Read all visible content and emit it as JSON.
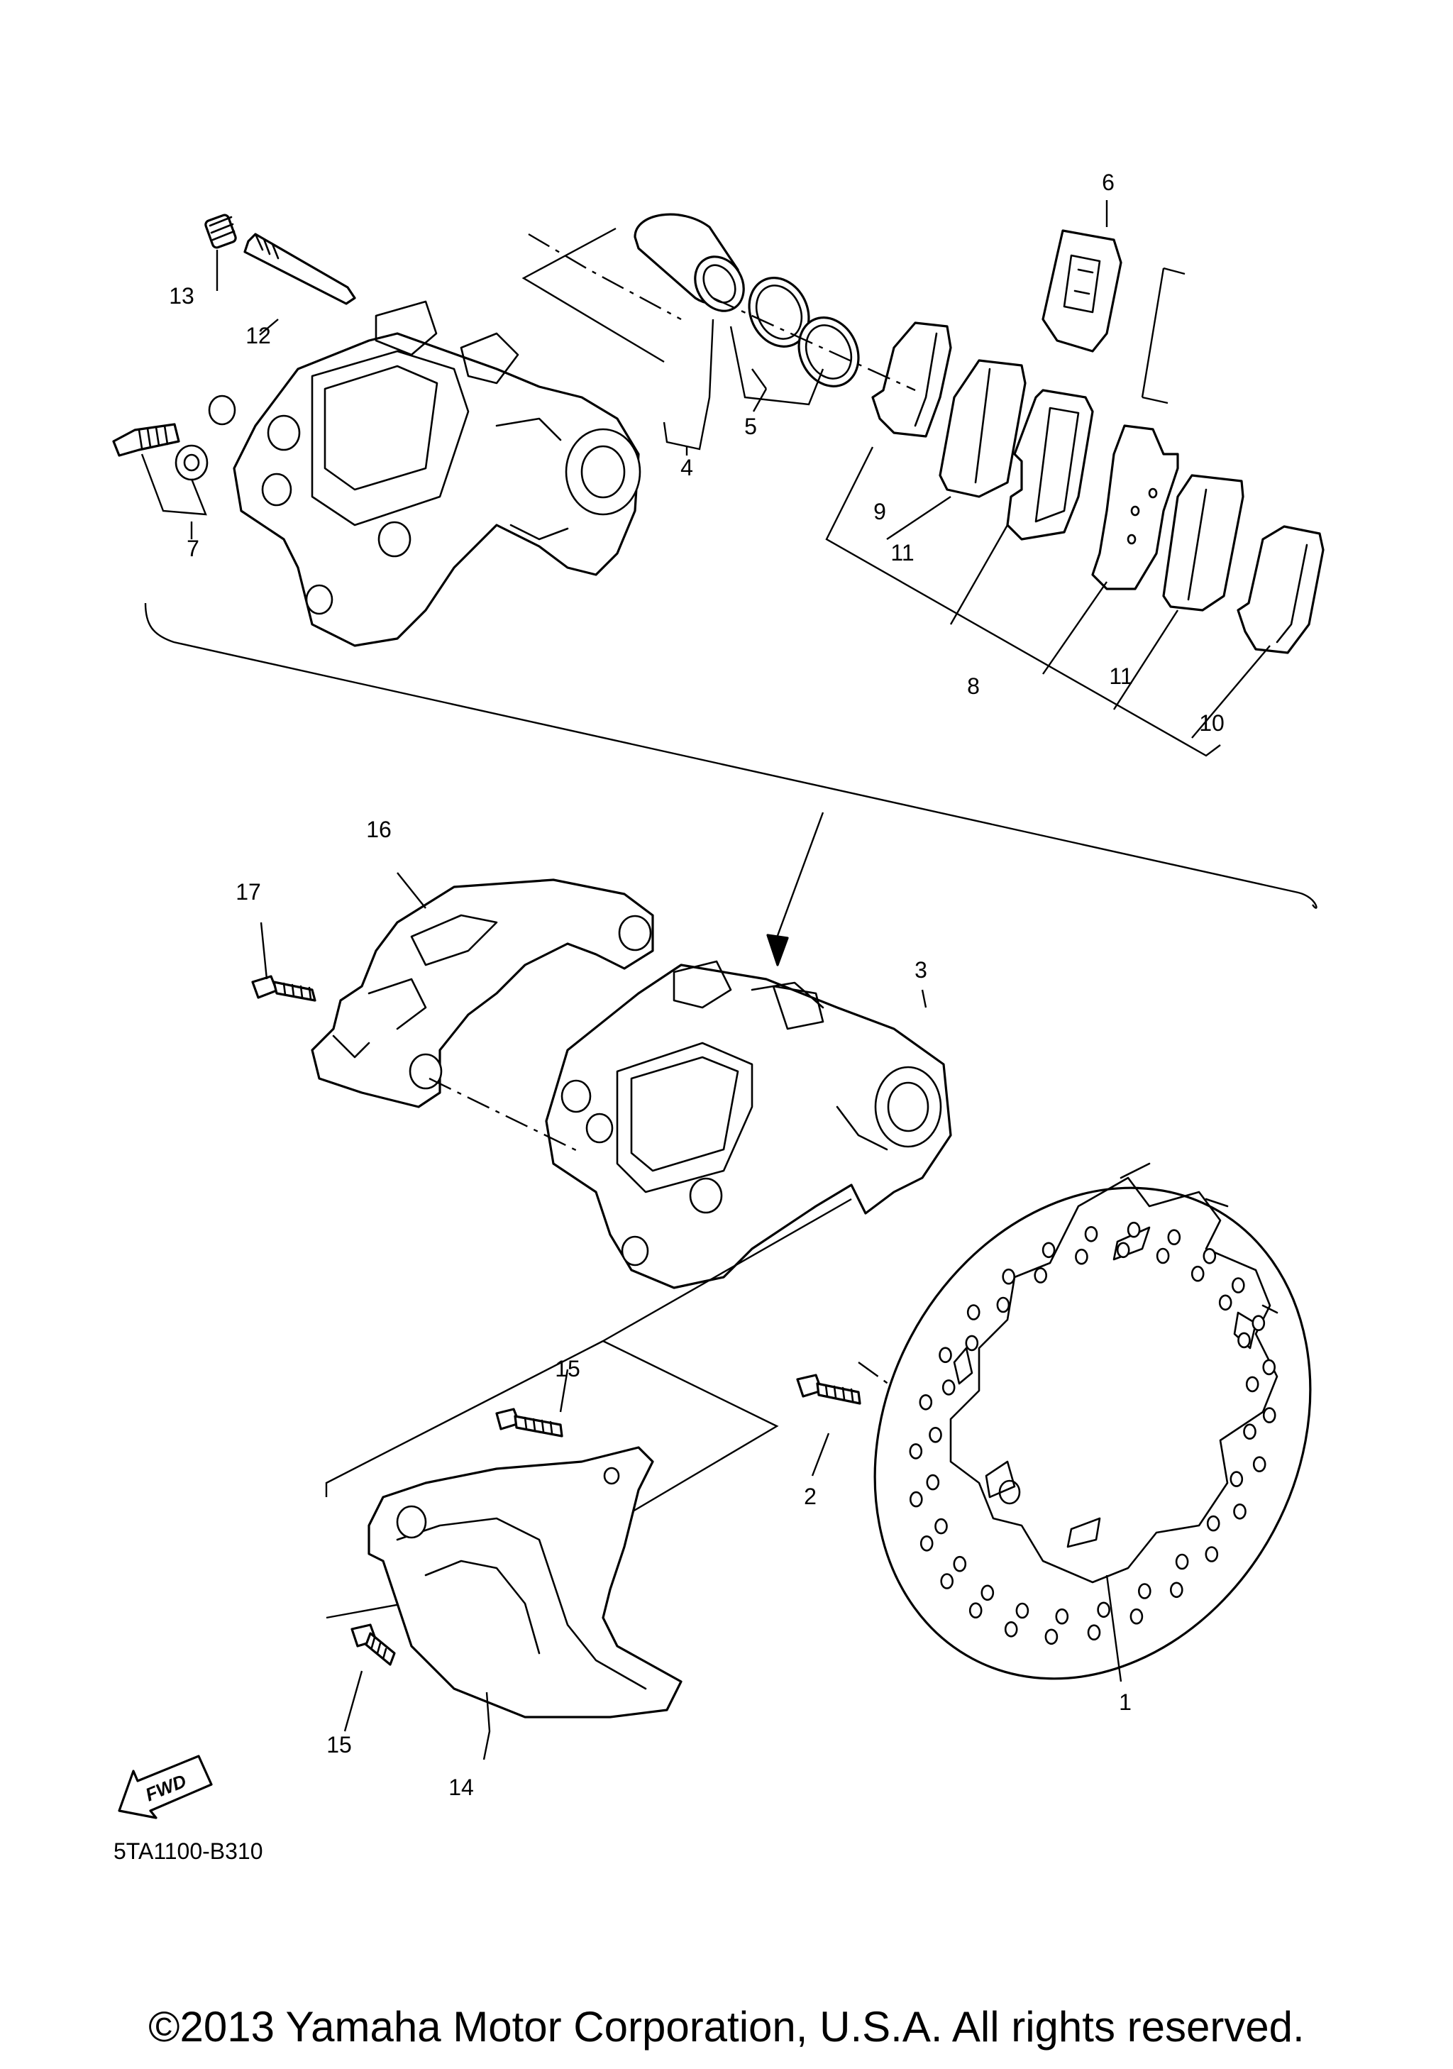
{
  "callouts": {
    "n1": "1",
    "n2": "2",
    "n3": "3",
    "n4": "4",
    "n5": "5",
    "n6": "6",
    "n7": "7",
    "n8": "8",
    "n9": "9",
    "n10": "10",
    "n11a": "11",
    "n11b": "11",
    "n12": "12",
    "n13": "13",
    "n14": "14",
    "n15a": "15",
    "n15b": "15",
    "n16": "16",
    "n17": "17"
  },
  "fwd_label": "FWD",
  "diagram_code": "5TA1100-B310",
  "copyright": "©2013 Yamaha Motor Corporation, U.S.A. All rights reserved.",
  "colors": {
    "line": "#000000",
    "background": "#ffffff"
  }
}
